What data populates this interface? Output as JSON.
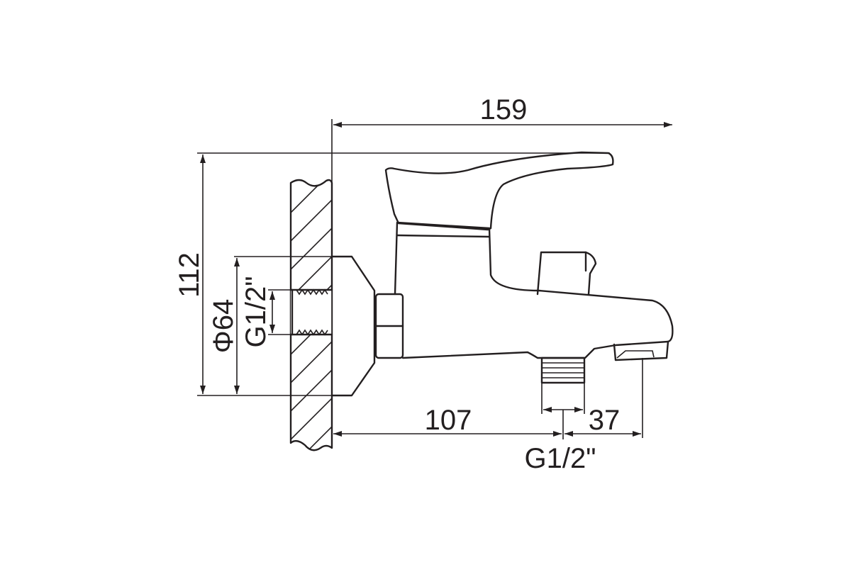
{
  "dimensions": {
    "overall_length": "159",
    "overall_height": "112",
    "flange_diameter": "Φ64",
    "inlet_thread": "G1/2\"",
    "wall_to_outlet": "107",
    "outlet_to_spout": "37",
    "outlet_thread": "G1/2\""
  },
  "colors": {
    "line": "#231f20",
    "background": "#ffffff"
  }
}
